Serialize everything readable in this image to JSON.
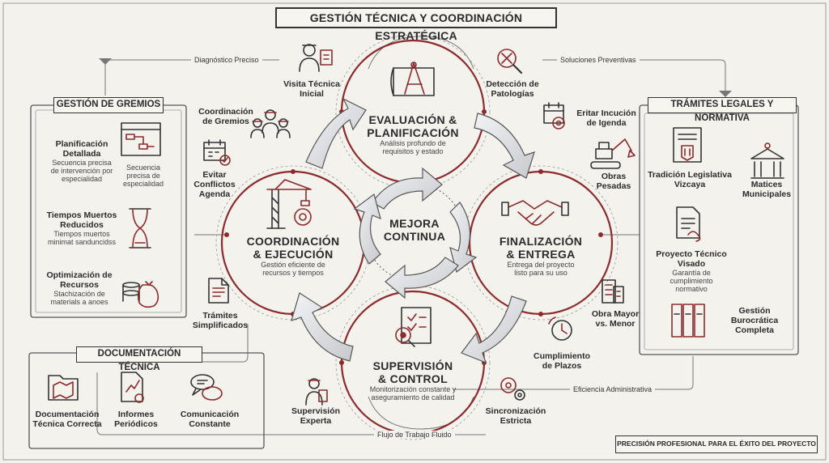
{
  "title": "GESTIÓN TÉCNICA Y COORDINACIÓN ESTRATÉGICA",
  "center": {
    "line1": "MEJORA",
    "line2": "CONTINUA"
  },
  "hubs": {
    "evaluacion": {
      "title1": "EVALUACIÓN &",
      "title2": "PLANIFICACIÓN",
      "sub1": "Análisis profundo de",
      "sub2": "requisitos y estado"
    },
    "finalizacion": {
      "title1": "FINALIZACIÓN",
      "title2": "& ENTREGA",
      "sub1": "Entrega del proyecto",
      "sub2": "listo para su uso"
    },
    "supervision": {
      "title1": "SUPERVISIÓN",
      "title2": "& CONTROL",
      "sub1": "Monitorización constante y",
      "sub2": "aseguramiento de calidad"
    },
    "coordinacion": {
      "title1": "COORDINACIÓN",
      "title2": "& EJECUCIÓN",
      "sub1": "Gestión eficiente de",
      "sub2": "recursos y tiempos"
    }
  },
  "satellites": {
    "visita": {
      "label1": "Visita Técnica",
      "label2": "Inicial",
      "icon": "inspector-icon"
    },
    "deteccion": {
      "label1": "Detección de",
      "label2": "Patologías",
      "icon": "magnifier-icon"
    },
    "coord_gremios": {
      "label1": "Coordinación",
      "label2": "de Gremios",
      "icon": "workers-icon"
    },
    "evitar_incucion": {
      "label1": "Eritar Incución",
      "label2": "de Igenda",
      "icon": "calendar-gear-icon"
    },
    "evitar_conflictos": {
      "label1": "Evitar",
      "label2": "Conflictos",
      "label3": "Agenda",
      "icon": "calendar-check-icon"
    },
    "obras_pesadas": {
      "label1": "Obras",
      "label2": "Pesadas",
      "icon": "excavator-icon"
    },
    "tramites": {
      "label1": "Trámites",
      "label2": "Simplificados",
      "icon": "document-icon"
    },
    "obra_mayor": {
      "label1": "Obra Mayor",
      "label2": "vs. Menor",
      "icon": "building-icon"
    },
    "cumplimiento": {
      "label1": "Cumplimiento",
      "label2": "de Plazos",
      "icon": "clock-icon"
    },
    "supervision_experta": {
      "label1": "Supervisión",
      "label2": "Experta",
      "icon": "supervisor-icon"
    },
    "sincronizacion": {
      "label1": "Sincronización",
      "label2": "Estricta",
      "icon": "gears-icon"
    }
  },
  "flows": {
    "diagnostico": "Diagnóstico Preciso",
    "soluciones": "Soluciones Preventivas",
    "eficiencia": "Eficiencia Administrativa",
    "flujo": "Flujo de Trabajo Fluido"
  },
  "gremios": {
    "heading": "GESTIÓN DE GREMIOS",
    "plan": {
      "title1": "Planificación",
      "title2": "Detallada",
      "sub1": "Secuencia precisa",
      "sub2": "de intervención por",
      "sub3": "especialidad",
      "side1": "Secuencia",
      "side2": "precisa de",
      "side3": "especialidad"
    },
    "tiempos": {
      "title1": "Tiempos Muertos",
      "title2": "Reducidos",
      "sub1": "Tiempos muertos",
      "sub2": "minimat sanduncidss"
    },
    "optim": {
      "title1": "Optimización de",
      "title2": "Recursos",
      "sub1": "Stachización de",
      "sub2": "materials a anoes"
    }
  },
  "docs": {
    "heading": "DOCUMENTACIÓN TÉCNICA",
    "items": [
      {
        "line1": "Documentación",
        "line2": "Técnica Correcta",
        "icon": "folder-map-icon"
      },
      {
        "line1": "Informes",
        "line2": "Periódicos",
        "icon": "report-chart-icon"
      },
      {
        "line1": "Comunicación",
        "line2": "Constante",
        "icon": "chat-bubbles-icon"
      }
    ]
  },
  "tramites_box": {
    "heading": "TRÁMITES LEGALES Y NORMATIVA",
    "tradicion": {
      "line1": "Tradición Legislativa",
      "line2": "Vizcaya"
    },
    "matices": {
      "line1": "Matices",
      "line2": "Municipales"
    },
    "proyecto": {
      "line1": "Proyecto Técnico",
      "line2": "Visado",
      "sub1": "Garantía de",
      "sub2": "cumplimiento",
      "sub3": "normativo"
    },
    "gestion": {
      "line1": "Gestión",
      "line2": "Burocrática",
      "line3": "Completa"
    }
  },
  "footer": "PRECISIÓN PROFESIONAL PARA EL ÉXITO DEL PROYECTO",
  "colors": {
    "accent": "#8e2a2c",
    "ink": "#333333",
    "paper": "#f3f2ed",
    "arrow_fill": "#dfe0e2"
  }
}
